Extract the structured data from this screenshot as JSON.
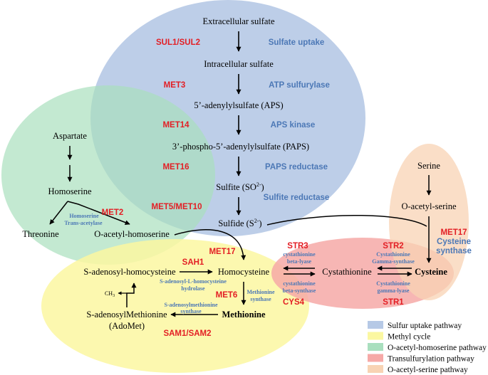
{
  "colors": {
    "sulfur_uptake": "#b6c9e6",
    "methyl_cycle": "#fbf7a1",
    "o_acetyl_homoserine": "#a9dfbe",
    "transsulfurylation": "#f6a9a7",
    "o_acetyl_serine": "#f8d3b4",
    "enzyme_red": "#e31e24",
    "enzyme_blue": "#4c78b6"
  },
  "metabolites": {
    "extracellular_sulfate": "Extracellular sulfate",
    "intracellular_sulfate": "Intracellular sulfate",
    "aps": "5’-adenylylsulfate (APS)",
    "paps": "3’-phospho-5’-adenylylsulfate (PAPS)",
    "sulfite_prefix": "Sulfite (SO",
    "sulfite_sup": "2-",
    "sulfite_suffix": ")",
    "sulfide_prefix": "Sulfide (S",
    "sulfide_sup": "2-",
    "sulfide_suffix": ")",
    "aspartate": "Aspartate",
    "homoserine": "Homoserine",
    "threonine": "Threonine",
    "o_acetyl_homoserine": "O-acetyl-homoserine",
    "serine": "Serine",
    "o_acetyl_serine": "O-acetyl-serine",
    "cystathionine": "Cystathionine",
    "cysteine": "Cysteine",
    "homocysteine": "Homocysteine",
    "methionine": "Methionine",
    "sah": "S-adenosyl-homocysteine",
    "sam": "S-adenosylMethionine",
    "adomet": "(AdoMet)",
    "ch3": "CH",
    "ch3_sub": "3"
  },
  "genes": {
    "sul": "SUL1/SUL2",
    "met3": "MET3",
    "met14": "MET14",
    "met16": "MET16",
    "met5": "MET5/MET10",
    "met2": "MET2",
    "met17_top": "MET17",
    "met17_right": "MET17",
    "str3": "STR3",
    "str2": "STR2",
    "cys4": "CYS4",
    "str1": "STR1",
    "sah1": "SAH1",
    "met6": "MET6",
    "sam": "SAM1/SAM2"
  },
  "enzymes": {
    "sulfate_uptake": "Sulfate uptake",
    "atp_sulfurylase": "ATP sulfurylase",
    "aps_kinase": "APS kinase",
    "paps_reductase": "PAPS reductase",
    "sulfite_reductase": "Sulfite reductase",
    "homoserine_ta_1": "Homoserine",
    "homoserine_ta_2": "Trans-acetylase",
    "cysteine_synthase_1": "Cysteine",
    "cysteine_synthase_2": "synthase",
    "cbl_1": "cystathionine",
    "cbl_2": "beta-lyase",
    "cgs_1": "Cystathionine",
    "cgs_2": "Gamma-synthase",
    "cbs_1": "cystathionine",
    "cbs_2": "beta-synthase",
    "cgl_1": "Cystathionine",
    "cgl_2": "gamma-lyase",
    "sah_hydrolase_1": "S-adenosyl-L-homocysteine",
    "sah_hydrolase_2": "hydrolase",
    "met_synthase_1": "Methionine",
    "met_synthase_2": "synthase",
    "sam_synthase_1": "S-adenosylmethionine",
    "sam_synthase_2": "synthase"
  },
  "legend": [
    {
      "label": "Sulfur uptake pathway",
      "color": "#b6c9e6"
    },
    {
      "label": "Methyl cycle",
      "color": "#fbf7a1"
    },
    {
      "label": "O-acetyl-homoserine pathway",
      "color": "#a9dfbe"
    },
    {
      "label": "Transulfurylation  pathway",
      "color": "#f6a9a7"
    },
    {
      "label": "O-acetyl-serine pathway",
      "color": "#f8d3b4"
    }
  ]
}
